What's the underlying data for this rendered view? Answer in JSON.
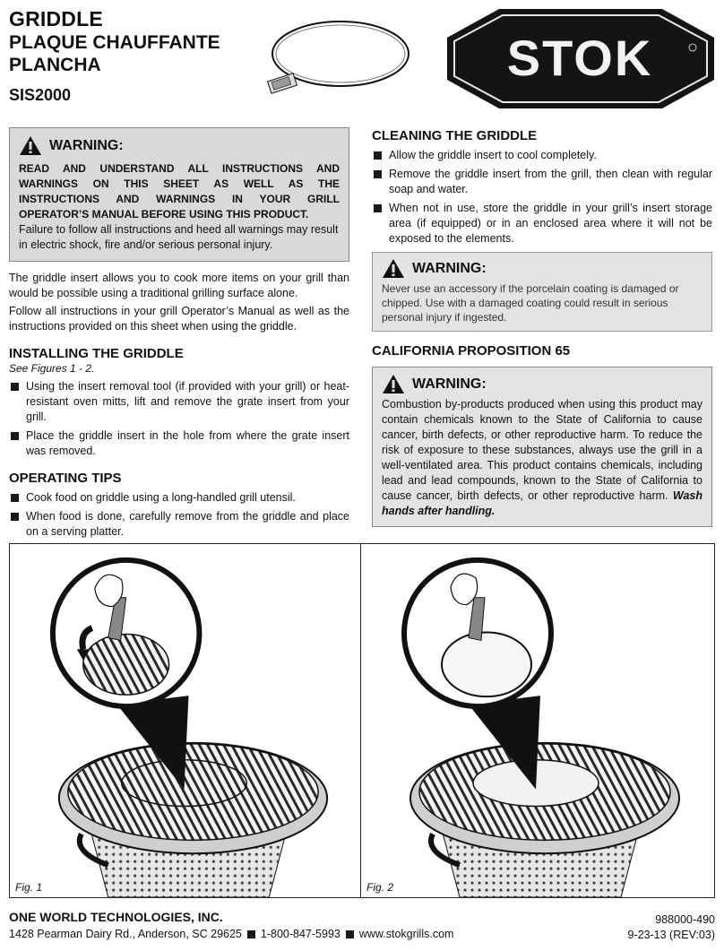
{
  "header": {
    "title_en": "GRIDDLE",
    "title_fr": "PLAQUE CHAUFFANTE",
    "title_es": "PLANCHA",
    "model": "SIS2000",
    "brand": "STOK"
  },
  "warning_main": {
    "heading": "WARNING:",
    "caps": "READ AND UNDERSTAND ALL INSTRUCTIONS AND WARNINGS ON THIS SHEET AS WELL AS THE INSTRUCTIONS AND WARNINGS IN YOUR GRILL OPERATOR’S MANUAL BEFORE USING THIS PRODUCT.",
    "text": "Failure to follow all instructions and heed all warnings may result in electric shock, fire and/or serious personal injury."
  },
  "intro": [
    "The griddle insert allows you to cook more items on your grill than would be possible using a traditional grilling surface alone.",
    "Follow all instructions in your grill Operator’s Manual as well as the instructions provided on this sheet when using the griddle."
  ],
  "installing": {
    "heading": "INSTALLING THE GRIDDLE",
    "sub": "See Figures 1 - 2.",
    "items": [
      "Using the insert removal tool (if provided with your grill) or heat-resistant oven mitts, lift and remove the grate insert from your grill.",
      "Place the griddle insert in the hole from where the grate insert was removed."
    ]
  },
  "operating": {
    "heading": "OPERATING TIPS",
    "items": [
      "Cook food on griddle using a long-handled grill utensil.",
      "When food is done, carefully remove from the griddle and place on a serving platter."
    ]
  },
  "cleaning": {
    "heading": "CLEANING THE GRIDDLE",
    "items": [
      "Allow the griddle insert to cool completely.",
      "Remove the griddle insert from the grill, then clean with regular soap and water.",
      "When not in use, store the griddle in your grill’s insert storage area (if equipped) or in an enclosed area where it will not be exposed to the elements."
    ]
  },
  "warning_coating": {
    "heading": "WARNING:",
    "text": "Never use an accessory if the porcelain coating is damaged or chipped. Use with a damaged coating could result in serious personal injury if ingested."
  },
  "prop65": {
    "heading": "CALIFORNIA PROPOSITION 65",
    "warning_heading": "WARNING:",
    "text": "Combustion by-products produced when using this product may contain chemicals known to the State of California to cause cancer, birth defects, or other reproductive harm. To reduce the risk of exposure to these substances, always use the grill in a well-ventilated area. This product contains chemicals, including lead and lead compounds, known to the State of California to cause cancer, birth defects, or other reproductive harm.",
    "emphasis": "Wash hands after handling."
  },
  "figures": {
    "fig1_label": "Fig. 1",
    "fig2_label": "Fig. 2"
  },
  "footer": {
    "company": "ONE WORLD TECHNOLOGIES, INC.",
    "address": "1428 Pearman Dairy Rd., Anderson, SC 29625",
    "phone": "1-800-847-5993",
    "website": "www.stokgrills.com",
    "doc_number": "988000-490",
    "doc_date": "9-23-13 (REV:03)"
  }
}
